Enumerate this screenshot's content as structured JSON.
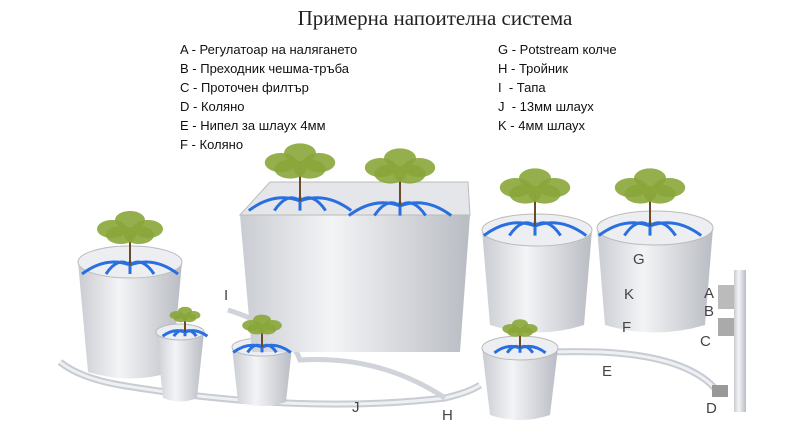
{
  "title": "Примерна напоителна система",
  "legend_left": [
    "A - Регулатоар на налягането",
    "B - Преходник чешма-тръба",
    "C - Проточен филтър",
    "D - Коляно",
    "E - Нипел за шлаух 4мм",
    "F - Коляно"
  ],
  "legend_right": [
    "G - Potstream колче",
    "H - Тройник",
    "I  - Тапа",
    "J  - 13мм шлаух",
    "K - 4мм шлаух"
  ],
  "labels": {
    "A": "A",
    "B": "B",
    "C": "C",
    "D": "D",
    "E": "E",
    "F": "F",
    "G": "G",
    "H": "H",
    "I": "I",
    "J": "J",
    "K": "K"
  },
  "colors": {
    "pot": "#e8e9ec",
    "pipe": "#d8dbe0",
    "spray": "#2a6fe0",
    "foliage": "#8aa63a"
  }
}
